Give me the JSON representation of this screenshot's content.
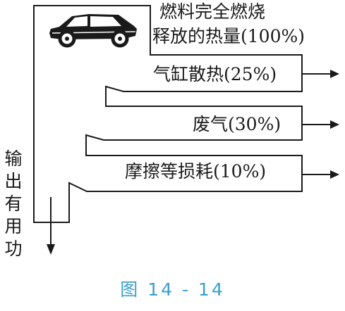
{
  "labels": {
    "total_line1": "燃料完全燃烧",
    "total_line2": "释放的热量(100%)",
    "cylinder": "气缸散热(25%)",
    "exhaust": "废气(30%)",
    "friction": "摩擦等损耗(10%)",
    "output": "输出有用功"
  },
  "caption": "图 14 - 14",
  "colors": {
    "line": "#1a1a1a",
    "caption": "#3aa0cf"
  },
  "icons": {
    "car": "car-icon"
  }
}
